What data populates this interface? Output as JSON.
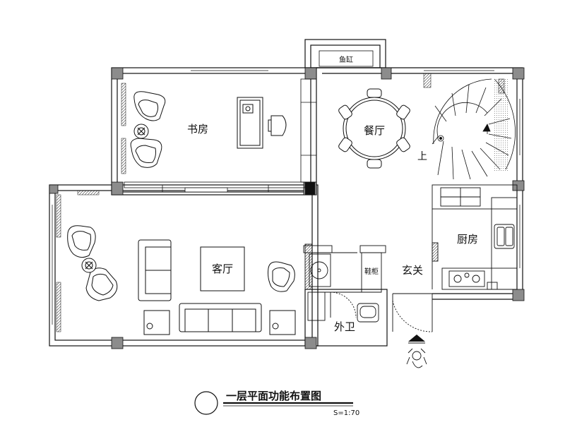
{
  "rooms": {
    "fish_tank": "鱼缸",
    "study": "书房",
    "dining": "餐厅",
    "stairs_up": "上",
    "living": "客厅",
    "kitchen": "厨房",
    "foyer": "玄关",
    "shoe_cabinet": "鞋柜",
    "guest_bath": "外卫"
  },
  "title": {
    "main": "一层平面功能布置图",
    "scale": "S=1:70"
  },
  "colors": {
    "line": "#111111",
    "wall_fill": "#8c8c8c",
    "hatch": "#333333"
  }
}
